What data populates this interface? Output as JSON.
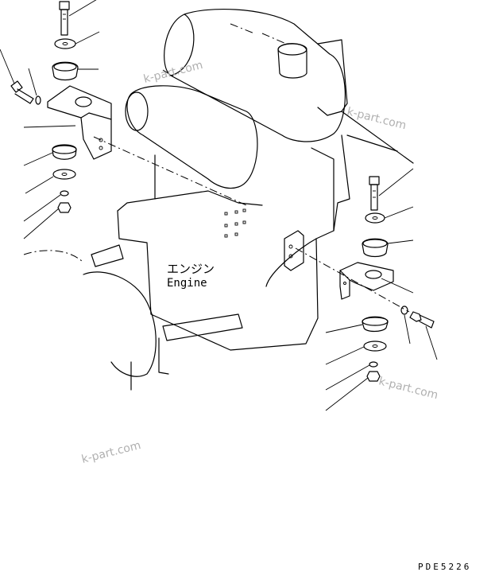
{
  "engine_label": {
    "jp": "エンジン",
    "en": "Engine"
  },
  "watermarks": [
    "k-part.com",
    "k-part.com",
    "k-part.com",
    "k-part.com"
  ],
  "drawing_code": "PDE5226"
}
